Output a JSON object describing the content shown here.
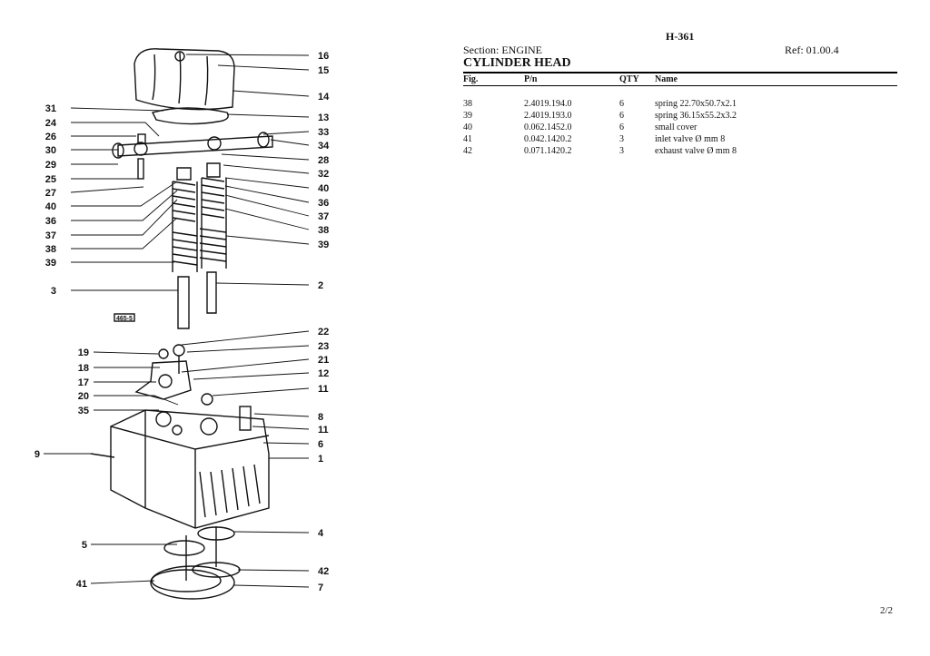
{
  "header": {
    "code": "H-361",
    "section": "Section: ENGINE",
    "ref": "Ref: 01.00.4",
    "title": "CYLINDER HEAD"
  },
  "table": {
    "columns": [
      "Fig.",
      "P/n",
      "QTY",
      "Name"
    ],
    "rows": [
      [
        "38",
        "2.4019.194.0",
        "6",
        "spring 22.70x50.7x2.1"
      ],
      [
        "39",
        "2.4019.193.0",
        "6",
        "spring 36.15x55.2x3.2"
      ],
      [
        "40",
        "0.062.1452.0",
        "6",
        "small cover"
      ],
      [
        "41",
        "0.042.1420.2",
        "3",
        "inlet valve Ø mm 8"
      ],
      [
        "42",
        "0.071.1420.2",
        "3",
        "exhaust valve Ø mm 8"
      ]
    ]
  },
  "diagram": {
    "stamp": "465-5",
    "callouts_left": [
      "31",
      "24",
      "26",
      "30",
      "29",
      "25",
      "27",
      "40",
      "36",
      "37",
      "38",
      "39",
      "3",
      "19",
      "18",
      "17",
      "20",
      "35",
      "9",
      "5",
      "41"
    ],
    "callouts_right": [
      "16",
      "15",
      "14",
      "13",
      "33",
      "34",
      "28",
      "32",
      "40",
      "36",
      "37",
      "38",
      "39",
      "2",
      "22",
      "23",
      "21",
      "12",
      "11",
      "8",
      "11",
      "6",
      "1",
      "4",
      "42",
      "7"
    ]
  },
  "footer": {
    "page": "2/2"
  }
}
